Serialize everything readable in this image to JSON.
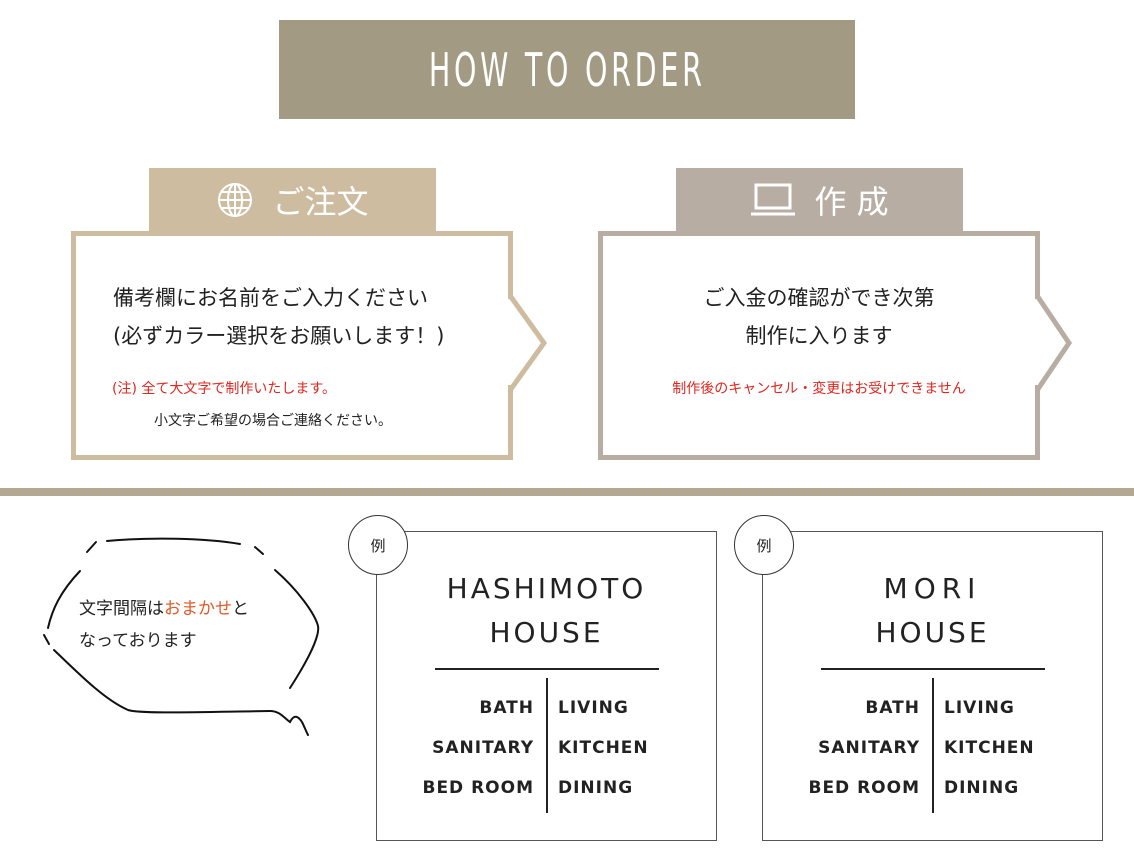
{
  "banner": {
    "title": "HOW TO ORDER"
  },
  "steps": [
    {
      "icon": "globe-icon",
      "title": "ご注文",
      "lines": [
        "備考欄にお名前をご入力ください",
        "(必ずカラー選択をお願いします！)"
      ],
      "note_red": "(注) 全て大文字で制作いたします。",
      "note_black": "小文字ご希望の場合ご連絡ください。"
    },
    {
      "icon": "laptop-icon",
      "title": "作 成",
      "lines": [
        "ご入金の確認ができ次第",
        "制作に入ります"
      ],
      "note_red": "制作後のキャンセル・変更はお受けできません"
    }
  ],
  "bubble": {
    "line1_before": "文字間隔は",
    "line1_accent": "おまかせ",
    "line1_after": "と",
    "line2": "なっております"
  },
  "samples": [
    {
      "tag": "例",
      "title_line1": "HASHIMOTO",
      "title_line2": "HOUSE",
      "left": [
        "BATH",
        "SANITARY",
        "BED ROOM"
      ],
      "right": [
        "LIVING",
        "KITCHEN",
        "DINING"
      ]
    },
    {
      "tag": "例",
      "title_line1": "MORI",
      "title_line2": "HOUSE",
      "left": [
        "BATH",
        "SANITARY",
        "BED ROOM"
      ],
      "right": [
        "LIVING",
        "KITCHEN",
        "DINING"
      ]
    }
  ],
  "colors": {
    "banner": "#a39a83",
    "step1": "#cdbc9f",
    "step2": "#b7ada3",
    "divider": "#b3a990",
    "note_red": "#e0261e",
    "accent": "#e05a2a"
  }
}
